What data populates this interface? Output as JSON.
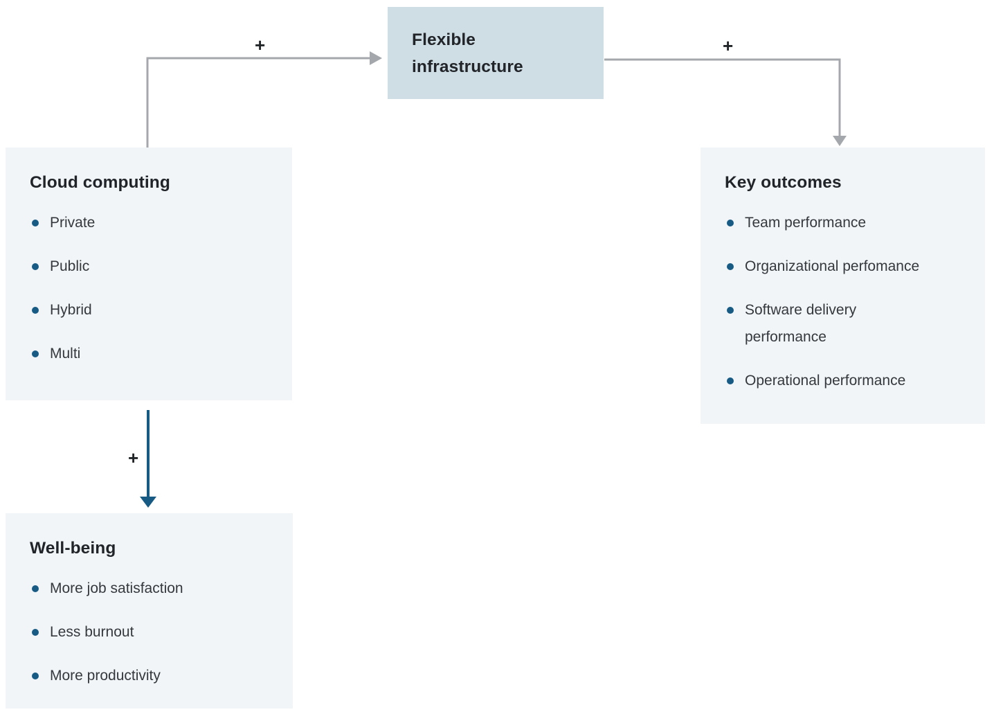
{
  "boxes": {
    "flexible_infrastructure": {
      "title": "Flexible infrastructure"
    },
    "cloud_computing": {
      "title": "Cloud computing",
      "items": [
        "Private",
        "Public",
        "Hybrid",
        "Multi"
      ]
    },
    "key_outcomes": {
      "title": "Key outcomes",
      "items": [
        "Team performance",
        "Organizational perfomance",
        "Software delivery\nperformance",
        "Operational performance"
      ]
    },
    "well_being": {
      "title": "Well-being",
      "items": [
        "More job satisfaction",
        "Less burnout",
        "More productivity"
      ]
    }
  },
  "connectors": [
    {
      "from": "cloud-computing",
      "to": "flexible-infrastructure",
      "label": "+",
      "color": "#a4a7ab"
    },
    {
      "from": "flexible-infrastructure",
      "to": "key-outcomes",
      "label": "+",
      "color": "#a4a7ab"
    },
    {
      "from": "cloud-computing",
      "to": "well-being",
      "label": "+",
      "color": "#175b85"
    }
  ],
  "colors": {
    "highlight_box_bg": "#cfdde4",
    "light_box_bg": "#f1f5f8",
    "arrow_gray": "#a4a7ab",
    "accent_blue": "#175b85",
    "title_text": "#212428",
    "item_text": "#35393d"
  }
}
